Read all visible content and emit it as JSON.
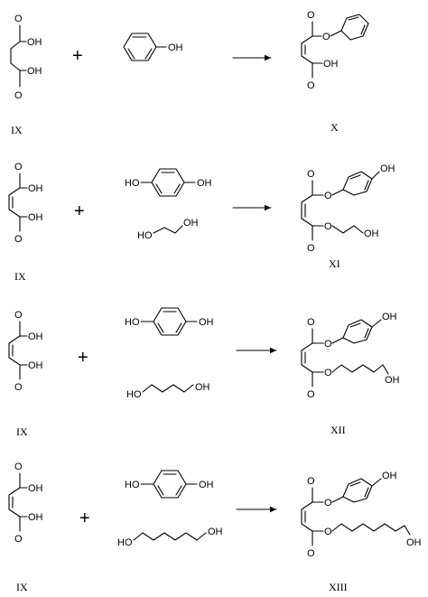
{
  "atoms": {
    "hydroxyl": "OH",
    "hydroxyl_left": "HO",
    "oxygen": "O"
  },
  "operators": {
    "plus": "+"
  },
  "compounds": {
    "r1_reactant": "IX",
    "r1_product": "X",
    "r2_reactant": "IX",
    "r2_product": "XI",
    "r3_reactant": "IX",
    "r3_product": "XII",
    "r4_reactant": "IX",
    "r4_product": "XIII"
  },
  "colors": {
    "ink": "#000000",
    "background": "#ffffff"
  }
}
